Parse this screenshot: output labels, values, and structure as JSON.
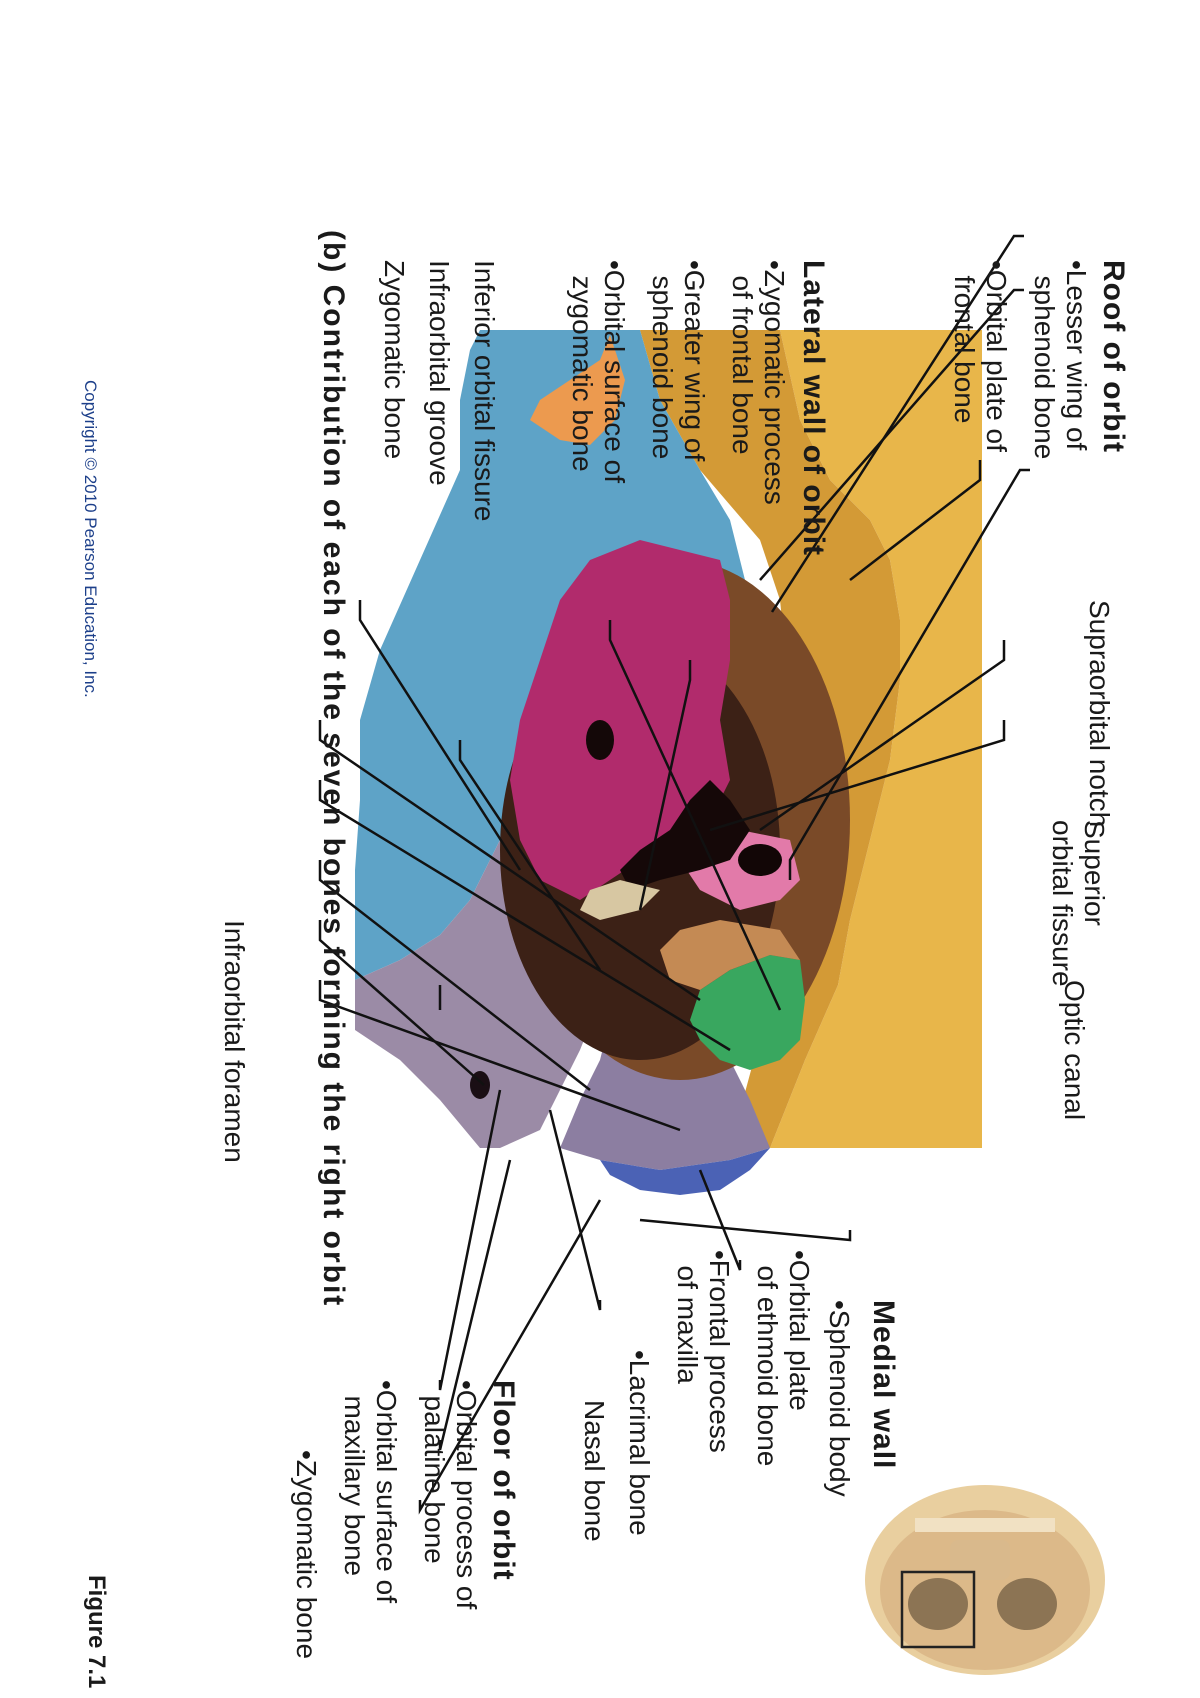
{
  "figure_number": "Figure 7.1",
  "caption": "(b) Contribution of each of the seven bones forming the right orbit",
  "copyright": "Copyright © 2010 Pearson Education, Inc.",
  "roof": {
    "heading": "Roof of orbit",
    "items": [
      "•Lesser wing of\n  sphenoid bone",
      "•Orbital plate of\n  frontal bone"
    ]
  },
  "lateral": {
    "heading": "Lateral wall of orbit",
    "items": [
      "•Zygomatic process\n  of frontal bone",
      "•Greater wing of\n  sphenoid bone",
      "•Orbital surface of\n  zygomatic bone"
    ]
  },
  "bottom_labels": [
    "Inferior orbital fissure",
    "Infraorbital groove",
    "Zygomatic bone"
  ],
  "top_labels": {
    "supraorbital_notch": "Supraorbital notch",
    "superior_orbital_fissure": "Superior\norbital fissure",
    "optic_canal": "Optic canal"
  },
  "medial": {
    "heading": "Medial wall",
    "items": [
      "•Sphenoid body",
      "•Orbital plate\n  of ethmoid bone",
      "•Frontal process\n  of maxilla",
      "•Lacrimal bone",
      "Nasal bone"
    ]
  },
  "floor": {
    "heading": "Floor of orbit",
    "items": [
      "•Orbital process of\n  palatine bone",
      "•Orbital surface of\n  maxillary bone",
      "•Zygomatic bone"
    ]
  },
  "infraorbital_foramen": "Infraorbital foramen",
  "colors": {
    "frontal": "#e9b84c",
    "zygomatic": "#5fa4c6",
    "maxilla": "#978aa6",
    "nasal": "#4a63b4",
    "ethmoid": "#3aa860",
    "lacrimal": "#c8935a",
    "sphenoid_greater": "#b22d6e",
    "sphenoid_lesser": "#e07aa8",
    "palatine": "#9b8ca8",
    "zygomatic_process_tip": "#ef9b52",
    "skull": "#e8cc9c"
  }
}
